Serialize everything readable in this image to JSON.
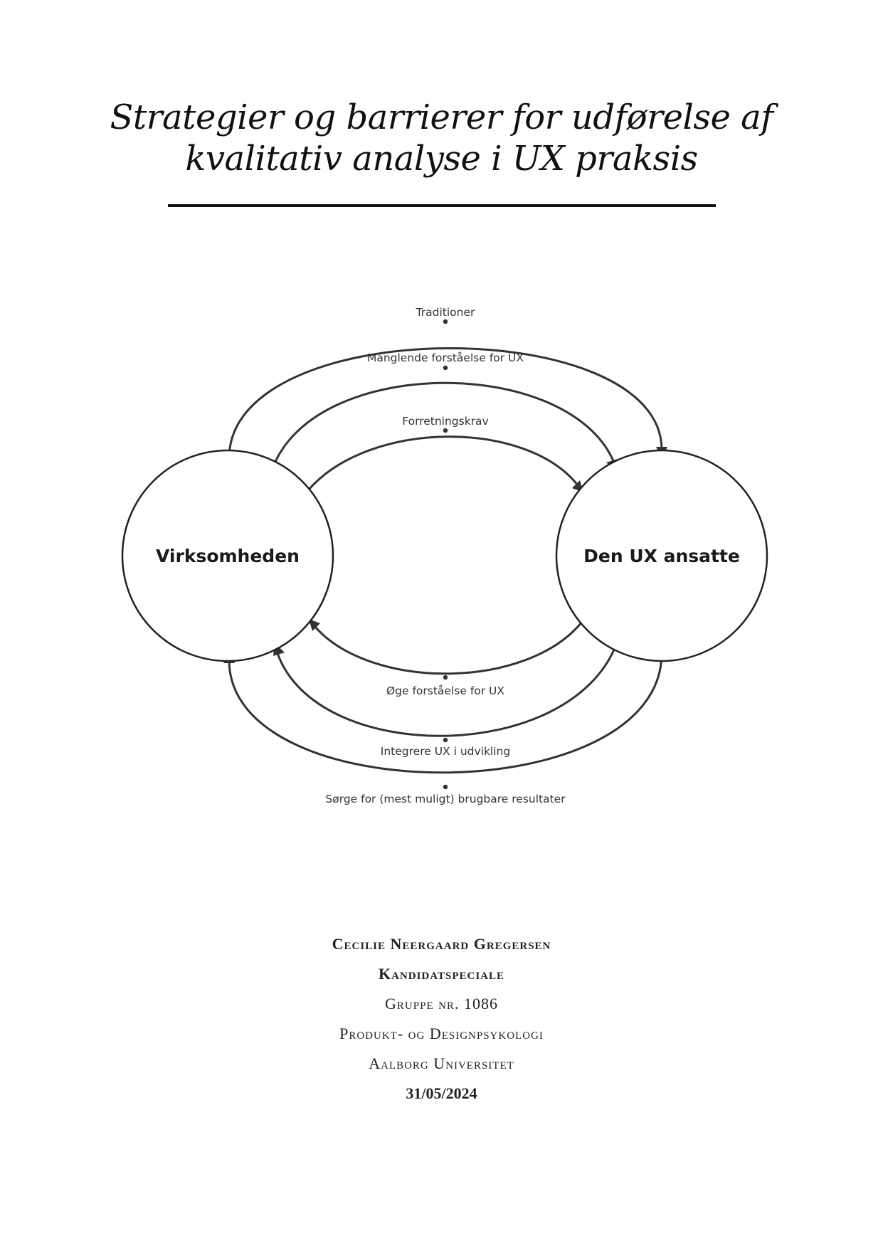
{
  "title": {
    "line1": "Strategier og barrierer for udførelse af",
    "line2": "kvalitativ analyse i UX praksis"
  },
  "diagram": {
    "nodes": {
      "left": "Virksomheden",
      "right": "Den UX ansatte"
    },
    "top_edges": [
      "Traditioner",
      "Manglende forståelse for UX",
      "Forretningskrav"
    ],
    "bottom_edges": [
      "Øge forståelse for UX",
      "Integrere UX i udvikling",
      "Sørge for (mest muligt) brugbare resultater"
    ]
  },
  "meta": {
    "author": "Cecilie Neergaard Gregersen",
    "type": "Kandidatspeciale",
    "group": "Gruppe nr. 1086",
    "program": "Produkt- og Designpsykologi",
    "university": "Aalborg Universitet",
    "date": "31/05/2024"
  }
}
